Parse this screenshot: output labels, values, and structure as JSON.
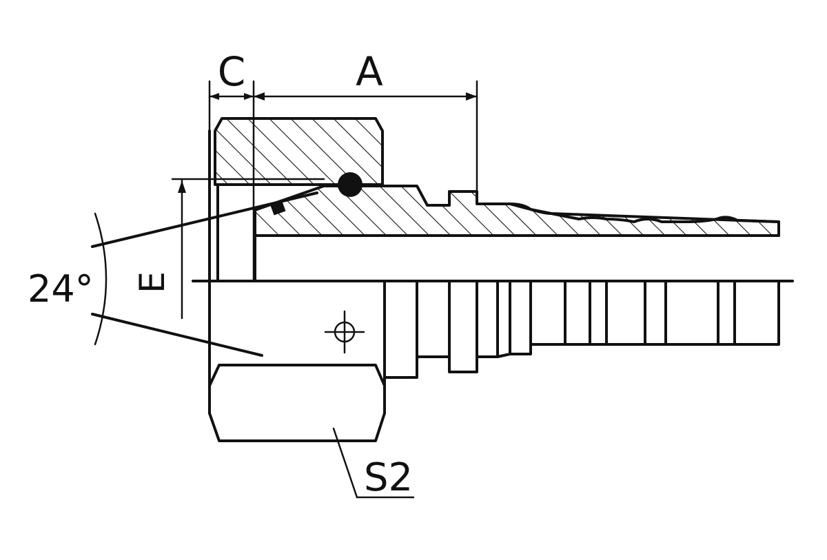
{
  "labels": {
    "dim_c": "C",
    "dim_a": "A",
    "dim_e": "E",
    "angle": "24°",
    "hex_size": "S2"
  }
}
